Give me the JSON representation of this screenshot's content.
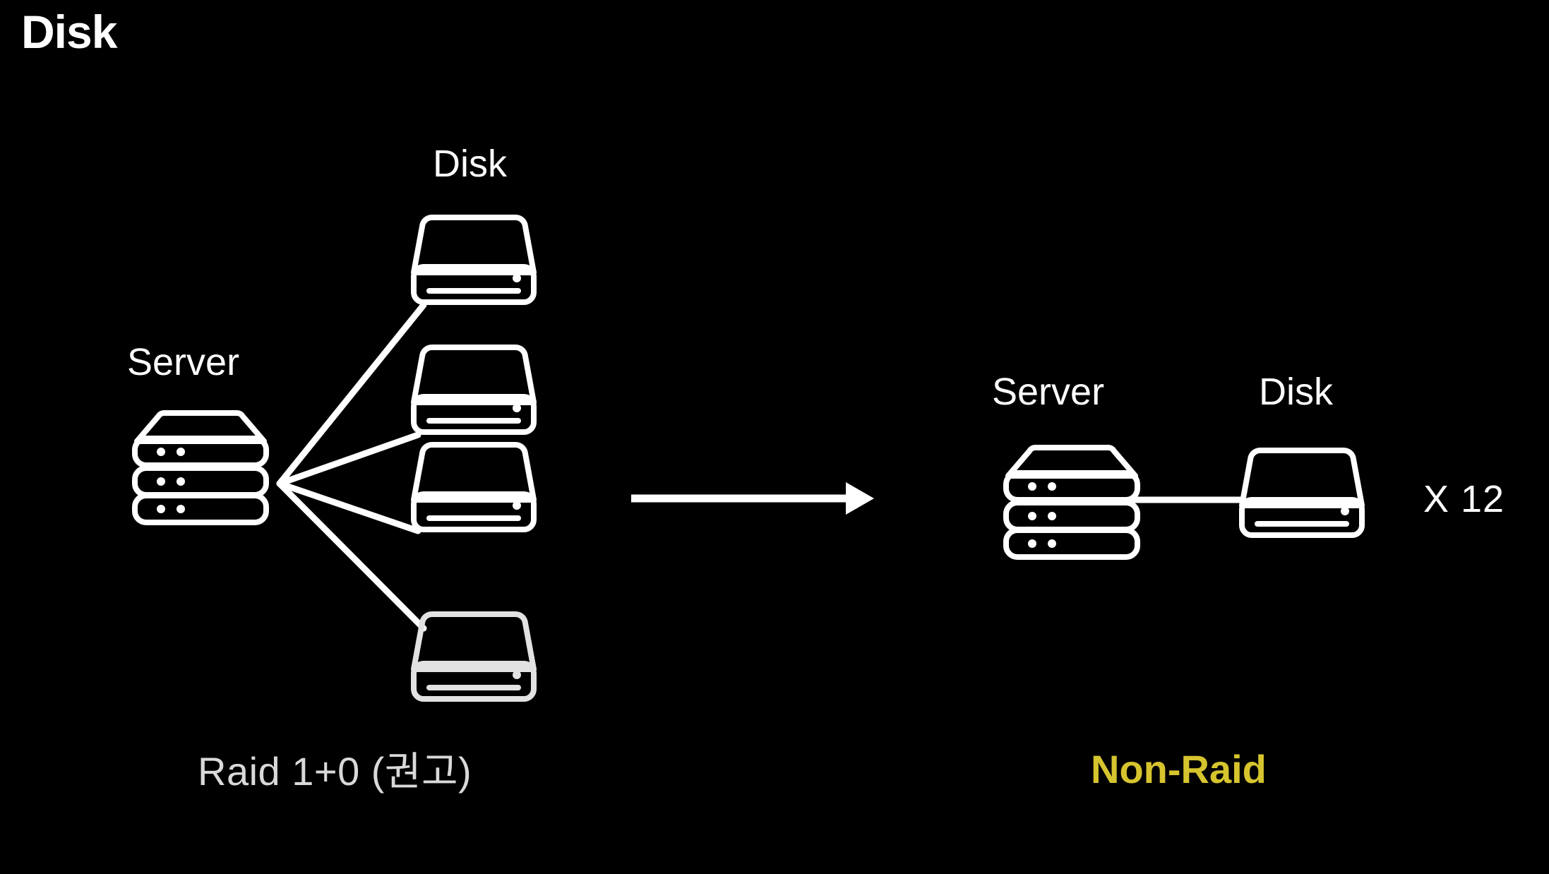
{
  "slide": {
    "title": "Disk",
    "background_color": "#000000",
    "stroke_color": "#ffffff",
    "dim_stroke_color": "#e2e2e2"
  },
  "left_group": {
    "caption": "Raid 1+0 (권고)",
    "caption_color": "#d9d9d9",
    "server_label": "Server",
    "disk_label": "Disk",
    "disk_count": 4,
    "server_icon": "server-icon",
    "disk_icon": "disk-icon",
    "connector": "fan-out-lines"
  },
  "transition": {
    "arrow_icon": "arrow-right-icon",
    "arrow_color": "#ffffff"
  },
  "right_group": {
    "caption": "Non-Raid",
    "caption_color": "#d6c42e",
    "server_label": "Server",
    "disk_label": "Disk",
    "multiplier": "X 12",
    "disk_count": 1,
    "server_icon": "server-icon",
    "disk_icon": "disk-icon",
    "connector": "straight-line"
  }
}
